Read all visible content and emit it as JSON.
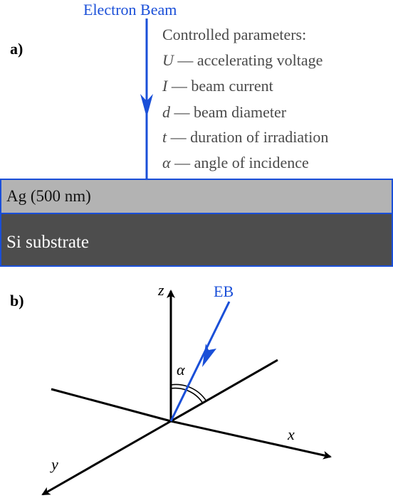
{
  "panel_a": {
    "label": "a)",
    "beam_label": "Electron Beam",
    "params_title": "Controlled parameters:",
    "params": [
      {
        "symbol": "U",
        "text": " — accelerating voltage"
      },
      {
        "symbol": "I",
        "text": " — beam current"
      },
      {
        "symbol": "d",
        "text": " — beam diameter"
      },
      {
        "symbol": "t",
        "text": " — duration of irradiation"
      },
      {
        "symbol": "α",
        "text": " — angle of incidence"
      }
    ],
    "layers": [
      {
        "label": "Ag (500 nm)",
        "fill": "#b3b3b3",
        "text_color": "#111111"
      },
      {
        "label": "Si substrate",
        "fill": "#4d4d4d",
        "text_color": "#ffffff"
      }
    ]
  },
  "panel_b": {
    "label": "b)",
    "beam_label": "EB",
    "axis_z": "z",
    "axis_x": "x",
    "axis_y": "y",
    "angle_label": "α"
  },
  "colors": {
    "beam": "#1a4fd8",
    "text_gray": "#4a4a4a",
    "axis": "#000000",
    "border": "#1a4fd8"
  }
}
